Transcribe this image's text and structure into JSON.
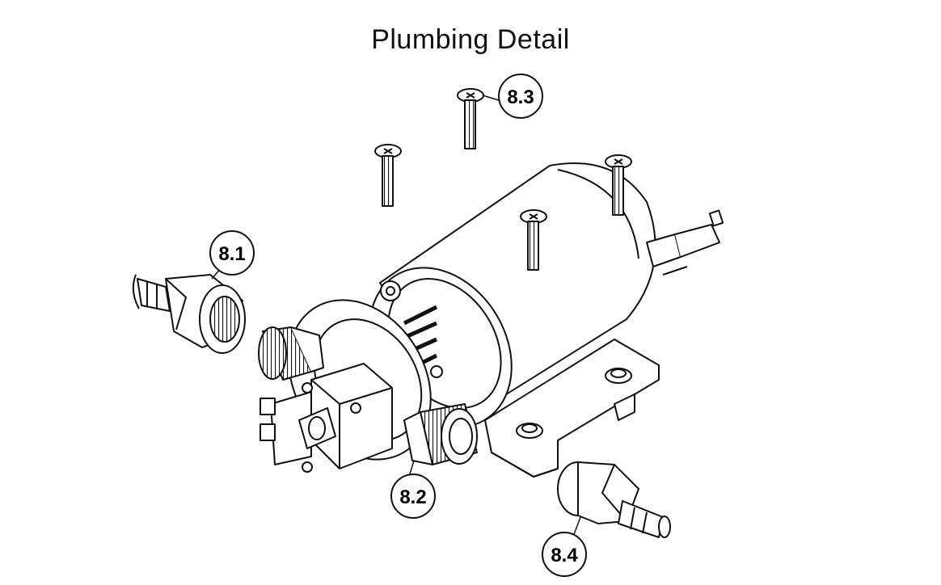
{
  "title": "Plumbing Detail",
  "callouts": [
    {
      "id": "c81",
      "label": "8.1"
    },
    {
      "id": "c82",
      "label": "8.2"
    },
    {
      "id": "c83",
      "label": "8.3"
    },
    {
      "id": "c84",
      "label": "8.4"
    }
  ]
}
